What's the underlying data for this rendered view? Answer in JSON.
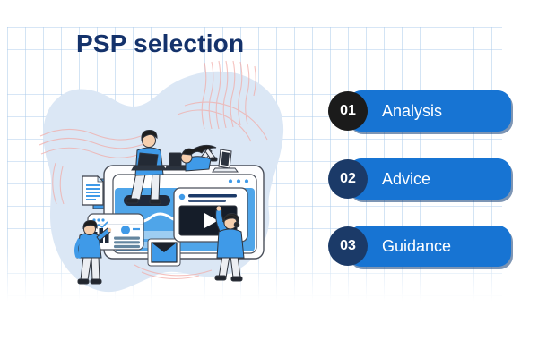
{
  "title": "PSP selection",
  "steps": [
    {
      "number": "01",
      "label": "Analysis",
      "badge_color": "#1b1b1b"
    },
    {
      "number": "02",
      "label": "Advice",
      "badge_color": "#1b3a68"
    },
    {
      "number": "03",
      "label": "Guidance",
      "badge_color": "#1b3a68"
    }
  ],
  "colors": {
    "title_navy": "#14326b",
    "pill_blue": "#1774d3",
    "pill_shadow_navy": "#123e76",
    "badge_black": "#1b1b1b",
    "badge_navy": "#1b3a68",
    "illustration_blue": "#3f9ae8",
    "screen_dark_navy": "#151d29",
    "blob_light_blue": "#dbe7f5",
    "grid_line_blue": "#afcdec",
    "decoration_red": "#f2a9a4"
  },
  "illustration": {
    "name": "team-working-on-giant-browser-illustration",
    "parts": [
      "browser-window",
      "video-player-window",
      "analytics-card",
      "document-icon",
      "envelope-icon",
      "laptop-icon",
      "people"
    ]
  }
}
